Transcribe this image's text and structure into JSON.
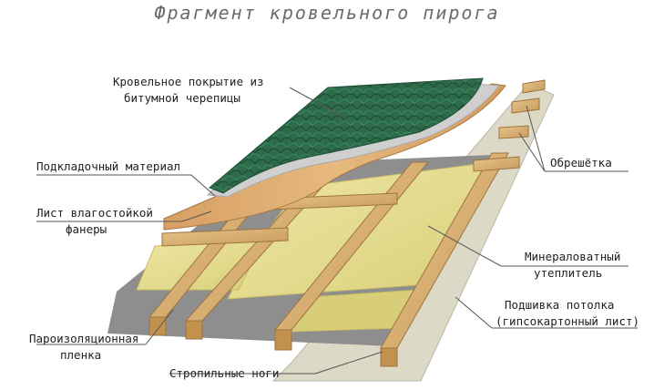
{
  "title": "Фрагмент кровельного пирога",
  "labels": {
    "shingles_1": "Кровельное покрытие из",
    "shingles_2": "битумной черепицы",
    "underlay": "Подкладочный материал",
    "plywood_1": "Лист влагостойкой",
    "plywood_2": "фанеры",
    "battens": "Обрешётка",
    "insulation_1": "Минераловатный",
    "insulation_2": "утеплитель",
    "ceiling_1": "Подшивка потолка",
    "ceiling_2": "(гипсокартонный лист)",
    "vapor_1": "Пароизоляционная",
    "vapor_2": "пленка",
    "rafters": "Стропильные ноги"
  },
  "colors": {
    "shingle": "#2e6b4a",
    "plywood": "#d8a868",
    "wood": "#d9b77a",
    "insulation": "#e4dc8e",
    "gypsum": "#d9d6c2",
    "vapor": "#8f8f8f"
  }
}
